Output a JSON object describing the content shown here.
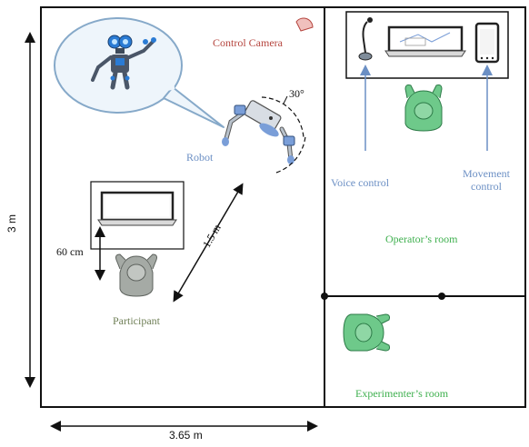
{
  "labels": {
    "control_camera": "Control Camera",
    "robot": "Robot",
    "angle": "30°",
    "voice_control": "Voice control",
    "movement_control_line1": "Movement",
    "movement_control_line2": "control",
    "operators_room": "Operator’s room",
    "experimenters_room": "Experimenter’s room",
    "participant": "Participant",
    "distance_robot": "1.5 m",
    "distance_screen": "60 cm",
    "height_dim": "3 m",
    "width_dim": "3.65 m"
  },
  "colors": {
    "red_label": "#b5453e",
    "blue_label": "#6b8fc4",
    "green_label": "#3fb04f",
    "gray_label": "#6f7f56",
    "wall": "#111111",
    "person_green": "#6ec98a",
    "person_gray": "#a5aaa5",
    "robot_blue": "#7a9ed8"
  },
  "icons": {
    "camera": "camera-icon",
    "microphone": "microphone-icon",
    "laptop": "laptop-icon",
    "phone": "phone-icon",
    "robot_avatar": "robot-avatar-icon",
    "speech_bubble": "speech-bubble"
  }
}
